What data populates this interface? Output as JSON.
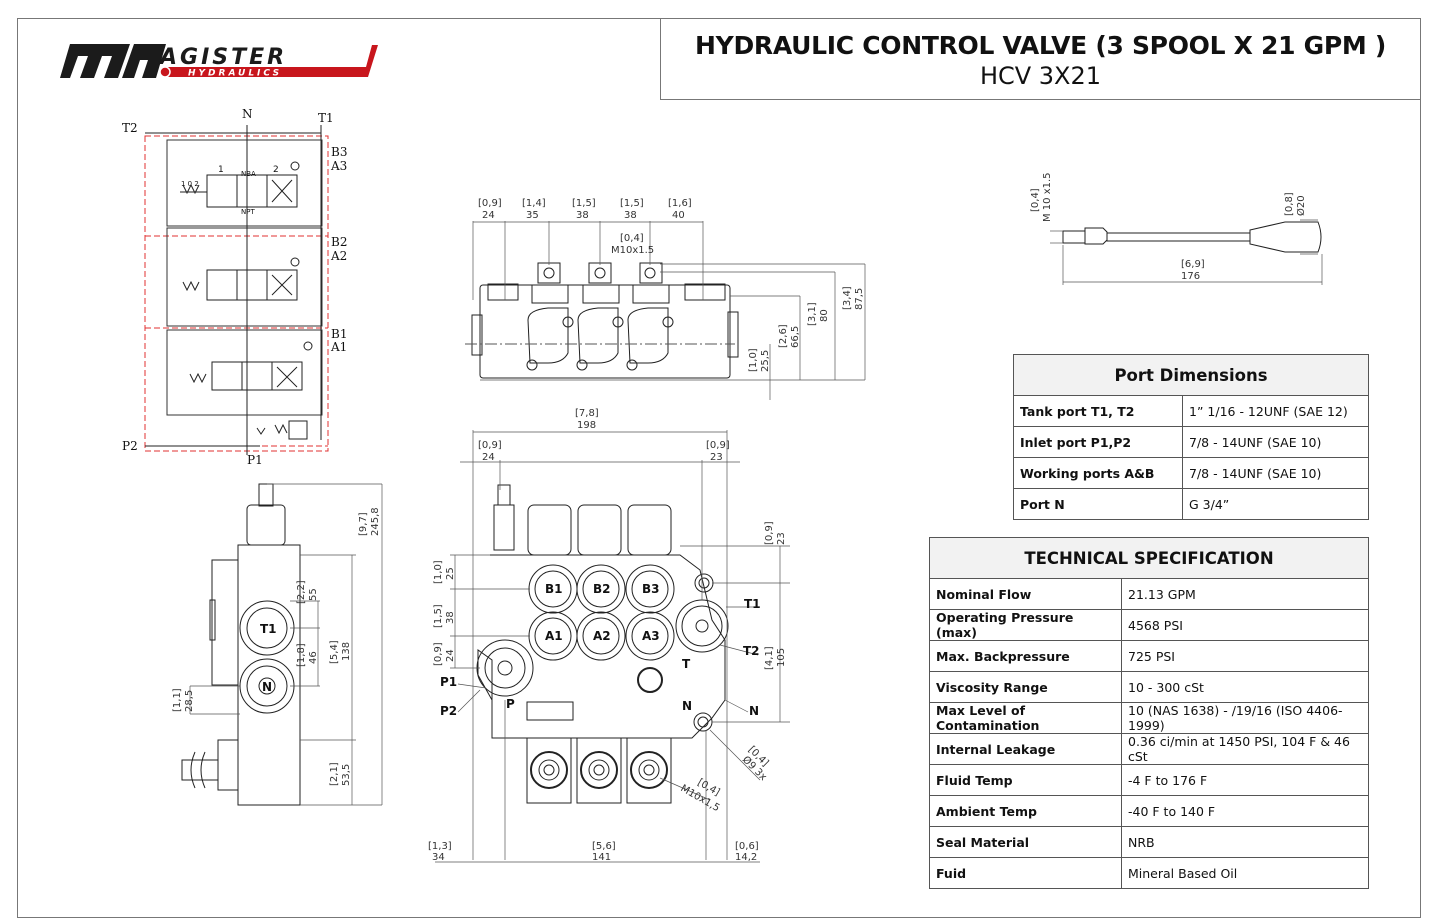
{
  "header": {
    "title": "HYDRAULIC CONTROL VALVE (3 SPOOL X 21 GPM )",
    "subtitle": "HCV 3X21",
    "logo_text": "MAGISTER",
    "logo_subtext": "HYDRAULICS"
  },
  "colors": {
    "brand_red": "#c8161d",
    "schematic_red": "#e03030",
    "line": "#222222"
  },
  "schematic": {
    "ports": {
      "t2": "T2",
      "n": "N",
      "t1": "T1",
      "b3": "B3",
      "a3": "A3",
      "b2": "B2",
      "a2": "A2",
      "b1": "B1",
      "a1": "A1",
      "p2": "P2",
      "p1": "P1"
    },
    "spool_pos_1": "1",
    "spool_pos_2": "2",
    "spool_pos_102": "1 0 2",
    "nba": "NBA",
    "npt": "NPT"
  },
  "top_view": {
    "dims": [
      {
        "in": "[0,9]",
        "mm": "24"
      },
      {
        "in": "[1,4]",
        "mm": "35"
      },
      {
        "in": "[1,5]",
        "mm": "38"
      },
      {
        "in": "[1,5]",
        "mm": "38"
      },
      {
        "in": "[1,6]",
        "mm": "40"
      }
    ],
    "thread": {
      "in": "[0,4]",
      "mm": "M10x1.5"
    },
    "heights": [
      {
        "in": "[1,0]",
        "mm": "25,5"
      },
      {
        "in": "[2,6]",
        "mm": "66,5"
      },
      {
        "in": "[3,1]",
        "mm": "80"
      },
      {
        "in": "[3,4]",
        "mm": "87,5"
      }
    ]
  },
  "front_view": {
    "overall": {
      "in": "[7,8]",
      "mm": "198"
    },
    "left_top": {
      "in": "[0,9]",
      "mm": "24"
    },
    "right_top": {
      "in": "[0,9]",
      "mm": "23"
    },
    "right_23": {
      "in": "[0,9]",
      "mm": "23"
    },
    "right_105": {
      "in": "[4,1]",
      "mm": "105"
    },
    "left_25": {
      "in": "[1,0]",
      "mm": "25"
    },
    "left_38": {
      "in": "[1,5]",
      "mm": "38"
    },
    "left_24": {
      "in": "[0,9]",
      "mm": "24"
    },
    "bottom_34": {
      "in": "[1,3]",
      "mm": "34"
    },
    "bottom_141": {
      "in": "[5,6]",
      "mm": "141"
    },
    "bottom_142": {
      "in": "[0,6]",
      "mm": "14,2"
    },
    "hole": {
      "in": "[0,4]",
      "mm": "Ø9 3x"
    },
    "thread": {
      "in": "[0,4]",
      "mm": "M10x1,5"
    },
    "ports": [
      "B1",
      "B2",
      "B3",
      "A1",
      "A2",
      "A3"
    ],
    "labels": {
      "t1": "T1",
      "t2": "T2",
      "p1": "P1",
      "p2": "P2",
      "n": "N",
      "t": "T",
      "p": "P",
      "nn": "N"
    }
  },
  "side_view": {
    "total": {
      "in": "[9,7]",
      "mm": "245,8"
    },
    "d55": {
      "in": "[2,2]",
      "mm": "55"
    },
    "d46": {
      "in": "[1,8]",
      "mm": "46"
    },
    "d138": {
      "in": "[5,4]",
      "mm": "138"
    },
    "d285": {
      "in": "[1,1]",
      "mm": "28,5"
    },
    "d535": {
      "in": "[2,1]",
      "mm": "53,5"
    },
    "t1": "T1",
    "n": "N"
  },
  "lever": {
    "thread": {
      "in": "[0,4]",
      "mm": "M 10 x1.5"
    },
    "dia": {
      "in": "[0,8]",
      "mm": "Ø20"
    },
    "length": {
      "in": "[6,9]",
      "mm": "176"
    }
  },
  "port_dimensions": {
    "title": "Port Dimensions",
    "rows": [
      {
        "label": "Tank port T1, T2",
        "value": "1” 1/16 - 12UNF (SAE 12)"
      },
      {
        "label": "Inlet port P1,P2",
        "value": "7/8 - 14UNF (SAE 10)"
      },
      {
        "label": "Working ports A&B",
        "value": "7/8 - 14UNF (SAE 10)"
      },
      {
        "label": "Port N",
        "value": "G 3/4”"
      }
    ]
  },
  "technical_specification": {
    "title": "TECHNICAL SPECIFICATION",
    "rows": [
      {
        "label": "Nominal Flow",
        "value": "21.13 GPM"
      },
      {
        "label": "Operating Pressure (max)",
        "value": "4568 PSI"
      },
      {
        "label": "Max. Backpressure",
        "value": "725 PSI"
      },
      {
        "label": "Viscosity Range",
        "value": "10 - 300 cSt"
      },
      {
        "label": "Max Level of Contamination",
        "value": "10 (NAS 1638) - /19/16 (ISO 4406-1999)"
      },
      {
        "label": "Internal Leakage",
        "value": "0.36 ci/min at 1450 PSI, 104 F & 46 cSt"
      },
      {
        "label": "Fluid Temp",
        "value": "-4 F to 176 F"
      },
      {
        "label": "Ambient Temp",
        "value": "-40 F to 140 F"
      },
      {
        "label": "Seal Material",
        "value": "NRB"
      },
      {
        "label": "Fuid",
        "value": "Mineral Based Oil"
      }
    ]
  }
}
